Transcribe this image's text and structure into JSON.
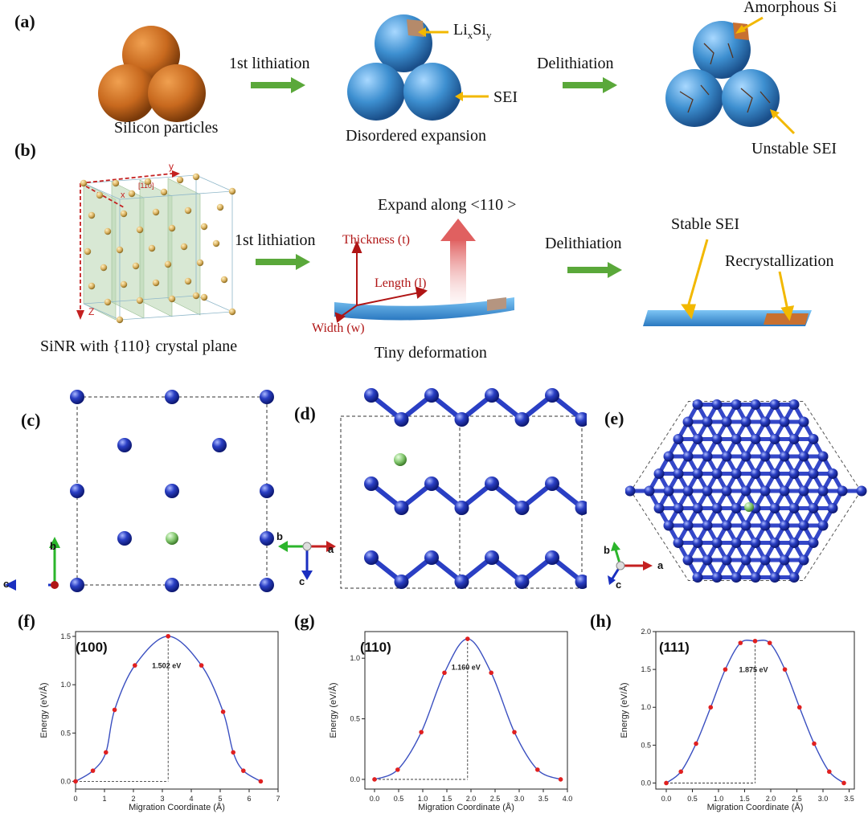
{
  "panels": {
    "a": {
      "label": "(a)",
      "silicon": "Silicon particles",
      "step1": "1st lithiation",
      "lixsiy_main": "Li",
      "lixsiy_x": "x",
      "lixsiy_si": "Si",
      "lixsiy_y": "y",
      "sei": "SEI",
      "disordered": "Disordered expansion",
      "step2": "Delithiation",
      "amorphous": "Amorphous Si",
      "unstable": "Unstable SEI"
    },
    "b": {
      "label": "(b)",
      "sinr": "SiNR with {110} crystal plane",
      "step1": "1st lithiation",
      "expand": "Expand along <110 >",
      "thickness": "Thickness (t)",
      "length": "Length (l)",
      "width": "Width (w)",
      "tiny": "Tiny  deformation",
      "step2": "Delithiation",
      "stable": "Stable SEI",
      "recryst": "Recrystallization",
      "axis_y": "y",
      "axis_x": "x",
      "axis_z": "Z",
      "plane": "[110]"
    },
    "c": {
      "label": "(c)",
      "ax_b": "b",
      "ax_c": "c"
    },
    "d": {
      "label": "(d)",
      "ax_b": "b",
      "ax_a": "a",
      "ax_c": "c"
    },
    "e": {
      "label": "(e)",
      "ax_b": "b",
      "ax_a": "a",
      "ax_c": "c"
    },
    "f": {
      "label": "(f)",
      "plane": "(100)",
      "annot": "1.502 eV"
    },
    "g": {
      "label": "(g)",
      "plane": "(110)",
      "annot": "1.160 eV"
    },
    "h": {
      "label": "(h)",
      "plane": "(111)",
      "annot": "1.875 eV"
    }
  },
  "colors": {
    "silicon": "#c8691e",
    "sphere_blue": "#3d8fd0",
    "arrow_green": "#5aa83a",
    "atom_blue": "#2a3fc4",
    "li_green": "#7fc46a",
    "curve": "#3a4fc0",
    "point": "#e02020",
    "yellow": "#f2b800"
  },
  "chart_data": [
    {
      "type": "line",
      "ylabel": "Energy (eV/Å)",
      "xlabel": "Migration Coordinate (Å)",
      "xlim": [
        0,
        7
      ],
      "ylim": [
        -0.08,
        1.55
      ],
      "xticks": [
        "0",
        "1",
        "2",
        "3",
        "4",
        "5",
        "6",
        "7"
      ],
      "xtick_vals": [
        0,
        1,
        2,
        3,
        4,
        5,
        6,
        7
      ],
      "yticks": [
        "0.0",
        "0.5",
        "1.0",
        "1.5"
      ],
      "ytick_vals": [
        0,
        0.5,
        1.0,
        1.5
      ],
      "barrier": 1.502,
      "peak_x": 3.2,
      "x": [
        0,
        0.6,
        1.05,
        1.35,
        2.05,
        3.2,
        4.35,
        5.1,
        5.45,
        5.8,
        6.4
      ],
      "y": [
        0,
        0.11,
        0.3,
        0.74,
        1.2,
        1.502,
        1.2,
        0.72,
        0.3,
        0.11,
        0
      ]
    },
    {
      "type": "line",
      "ylabel": "Energy (eV/Å)",
      "xlabel": "Migration Coordinate (Å)",
      "xlim": [
        -0.2,
        4.0
      ],
      "ylim": [
        -0.08,
        1.22
      ],
      "xticks": [
        "0.0",
        "0.5",
        "1.0",
        "1.5",
        "2.0",
        "2.5",
        "3.0",
        "3.5",
        "4.0"
      ],
      "xtick_vals": [
        0,
        0.5,
        1,
        1.5,
        2,
        2.5,
        3,
        3.5,
        4
      ],
      "yticks": [
        "0.0",
        "0.5",
        "1.0"
      ],
      "ytick_vals": [
        0,
        0.5,
        1.0
      ],
      "barrier": 1.16,
      "peak_x": 1.93,
      "x": [
        0,
        0.48,
        0.97,
        1.45,
        1.93,
        2.42,
        2.9,
        3.38,
        3.86
      ],
      "y": [
        0,
        0.08,
        0.39,
        0.88,
        1.16,
        0.88,
        0.39,
        0.08,
        0
      ]
    },
    {
      "type": "line",
      "ylabel": "Energy (eV/Å)",
      "xlabel": "Migration Coordinate (Å)",
      "xlim": [
        -0.2,
        3.6
      ],
      "ylim": [
        -0.08,
        2.0
      ],
      "xticks": [
        "0.0",
        "0.5",
        "1.0",
        "1.5",
        "2.0",
        "2.5",
        "3.0",
        "3.5"
      ],
      "xtick_vals": [
        0,
        0.5,
        1,
        1.5,
        2,
        2.5,
        3,
        3.5
      ],
      "yticks": [
        "0.0",
        "0.5",
        "1.0",
        "1.5",
        "2.0"
      ],
      "ytick_vals": [
        0,
        0.5,
        1.0,
        1.5,
        2.0
      ],
      "barrier": 1.875,
      "peak_x": 1.7,
      "x": [
        0,
        0.28,
        0.57,
        0.85,
        1.13,
        1.42,
        1.7,
        1.98,
        2.27,
        2.55,
        2.83,
        3.12,
        3.4
      ],
      "y": [
        0,
        0.15,
        0.52,
        1.0,
        1.5,
        1.85,
        1.875,
        1.85,
        1.5,
        1.0,
        0.52,
        0.15,
        0
      ]
    }
  ]
}
